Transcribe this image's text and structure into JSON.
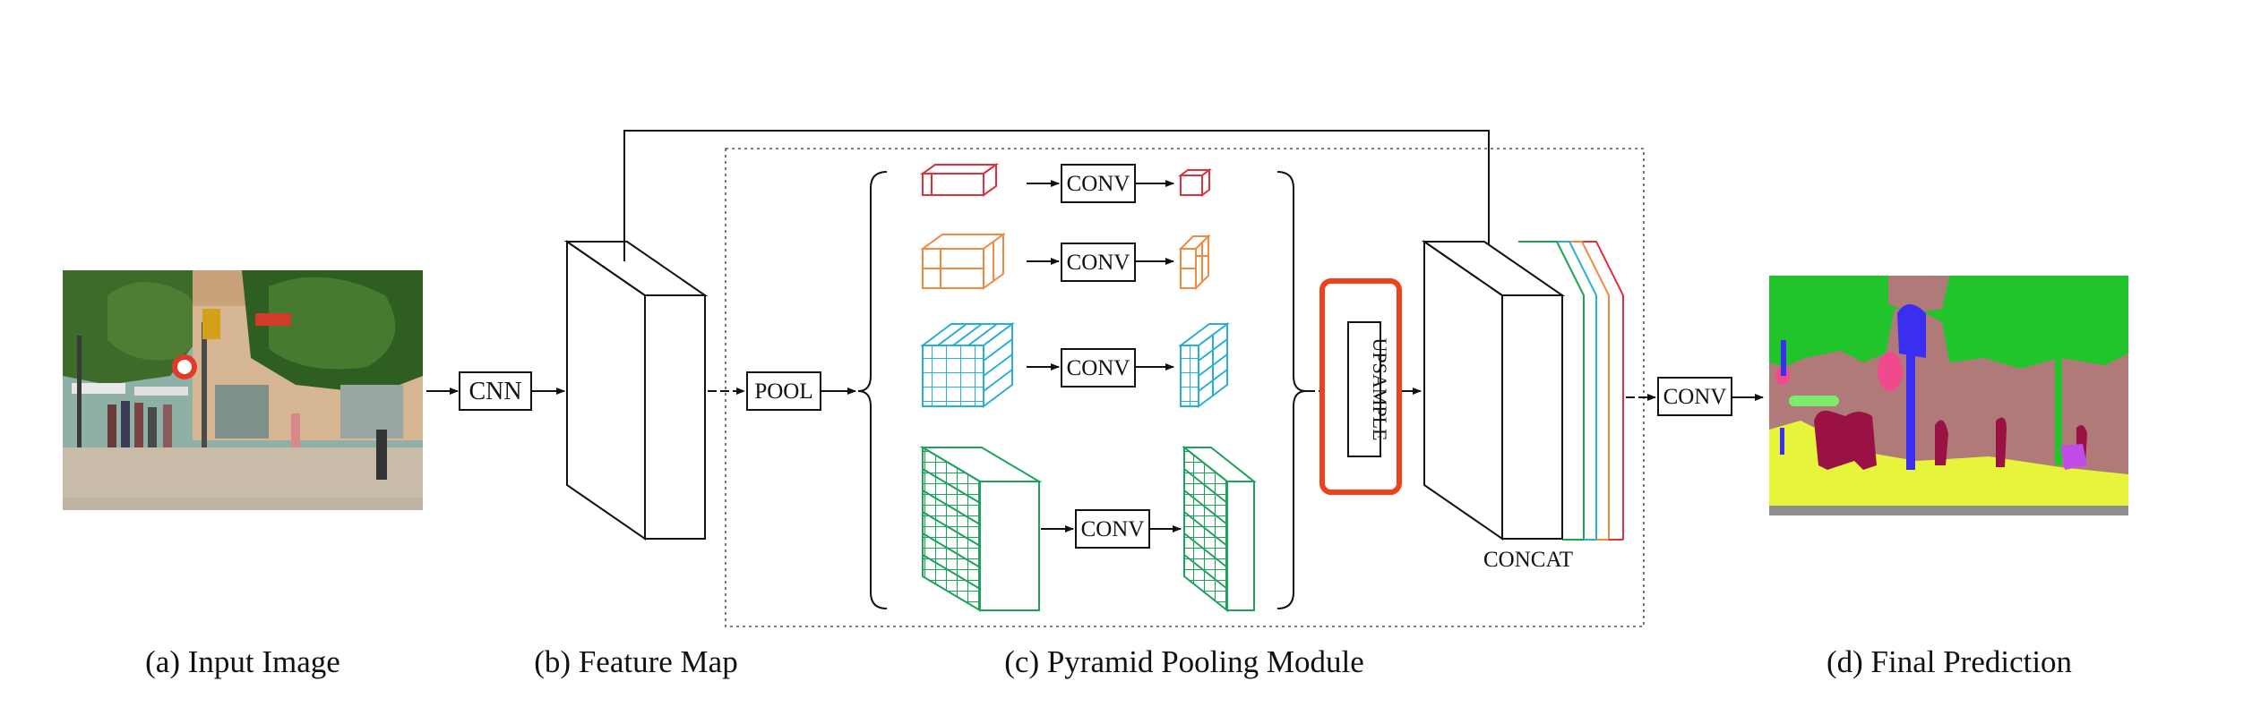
{
  "labels": {
    "cnn": "CNN",
    "pool": "POOL",
    "conv": "CONV",
    "upsample": "UPSAMPLE",
    "concat": "CONCAT",
    "conv_final": "CONV"
  },
  "captions": {
    "input": "(a) Input Image",
    "feature": "(b) Feature Map",
    "ppm": "(c) Pyramid Pooling Module",
    "prediction": "(d) Final Prediction"
  },
  "colors": {
    "level1": "#e0303e",
    "level2": "#ef8a43",
    "level3": "#29afd6",
    "level4": "#1ea35a",
    "upsample_border": "#f0401d",
    "seg_vegetation": "#22c42c",
    "seg_building": "#b07a79",
    "seg_sidewalk": "#e6f53c",
    "seg_road": "#8f8f8f",
    "seg_person": "#9a1244",
    "seg_pole": "#3a2ef0",
    "seg_sign": "#f04a8c",
    "seg_car": "#7dec6e",
    "seg_bike": "#c04de8"
  }
}
